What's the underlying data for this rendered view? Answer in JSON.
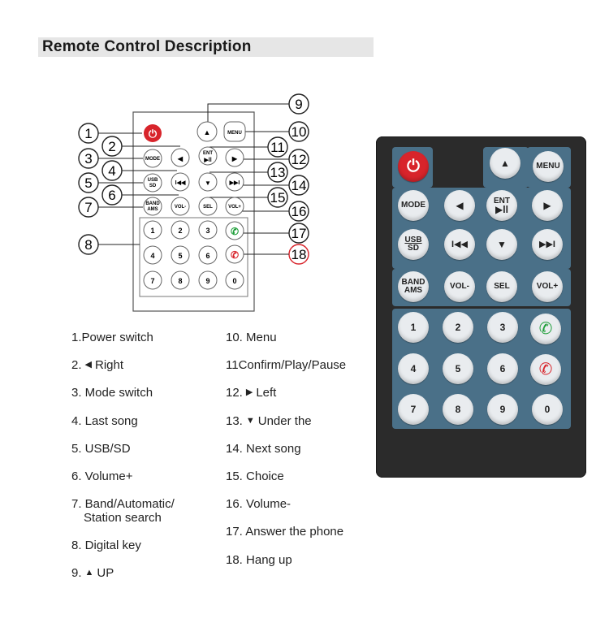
{
  "header": {
    "title": "Remote Control Description"
  },
  "diagram_callouts": [
    "1",
    "2",
    "3",
    "4",
    "5",
    "6",
    "7",
    "8",
    "9",
    "10",
    "11",
    "12",
    "13",
    "14",
    "15",
    "16",
    "17",
    "18"
  ],
  "diagram_buttons": {
    "menu": "MENU",
    "mode": "MODE",
    "ent": "ENT",
    "play_pause": "▶ll",
    "usb": "USB",
    "sd": "SD",
    "band": "BAND",
    "ams": "AMS",
    "vol_minus": "VOL-",
    "sel": "SEL",
    "vol_plus": "VOL+",
    "prev": "I◀◀",
    "next": "▶▶I",
    "digits": [
      "1",
      "2",
      "3",
      "4",
      "5",
      "6",
      "7",
      "8",
      "9",
      "0"
    ]
  },
  "legend": {
    "item1": "1.Power switch",
    "item2_num": "2.",
    "item2_icon": "◀",
    "item2_text": "Right",
    "item3": "3. Mode switch",
    "item4": "4. Last song",
    "item5": "5. USB/SD",
    "item6": "6. Volume+",
    "item7_line1": "7. Band/Automatic/",
    "item7_line2": "Station search",
    "item8": "8. Digital key",
    "item9_num": "9.",
    "item9_icon": "▲",
    "item9_text": "UP",
    "item10": "10. Menu",
    "item11": "11Confirm/Play/Pause",
    "item12_num": "12.",
    "item12_icon": "▶",
    "item12_text": "Left",
    "item13_num": "13.",
    "item13_icon": "▼",
    "item13_text": "Under the",
    "item14": "14. Next song",
    "item15": "15. Choice",
    "item16": "16. Volume-",
    "item17": "17. Answer the phone",
    "item18": "18. Hang up"
  },
  "remote": {
    "menu": "MENU",
    "mode": "MODE",
    "ent": "ENT",
    "play_pause": "▶ll",
    "usb": "USB",
    "sd": "SD",
    "band": "BAND",
    "ams": "AMS",
    "vol_minus": "VOL-",
    "sel": "SEL",
    "vol_plus": "VOL+",
    "up": "▲",
    "down": "▼",
    "left": "◀",
    "right": "▶",
    "prev": "I◀◀",
    "next": "▶▶I",
    "digits": [
      "1",
      "2",
      "3",
      "4",
      "5",
      "6",
      "7",
      "8",
      "9",
      "0"
    ]
  },
  "colors": {
    "red": "#d8242b",
    "green": "#1f9e3a",
    "panel": "#4a7088",
    "body": "#2b2b2b"
  }
}
